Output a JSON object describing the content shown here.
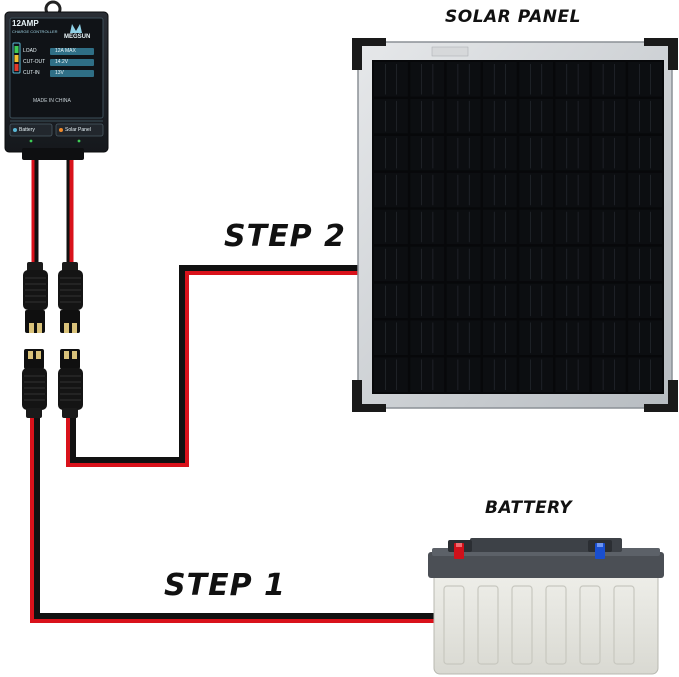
{
  "labels": {
    "solar_panel": "SOLAR PANEL",
    "battery": "BATTERY",
    "step_1": "STEP 1",
    "step_2": "STEP 2"
  },
  "controller": {
    "rating": "12AMP",
    "subtitle": "CHARGE CONTROLLER",
    "brand": "MEGSUN",
    "rows": [
      {
        "label": "LOAD",
        "value": "12A MAX"
      },
      {
        "label": "CUT-OUT",
        "value": "14.2V"
      },
      {
        "label": "CUT-IN",
        "value": "13V"
      }
    ],
    "origin": "MADE IN CHINA",
    "battery_button": "Battery",
    "solar_button": "Solar Panel"
  },
  "colors": {
    "wire_red": "#d9121b",
    "wire_black": "#111111",
    "controller_body": "#1c1f24",
    "accent": "#5ab8d6",
    "battery_terminal_pos": "#d0101a",
    "battery_terminal_neg": "#1a4fd0"
  }
}
